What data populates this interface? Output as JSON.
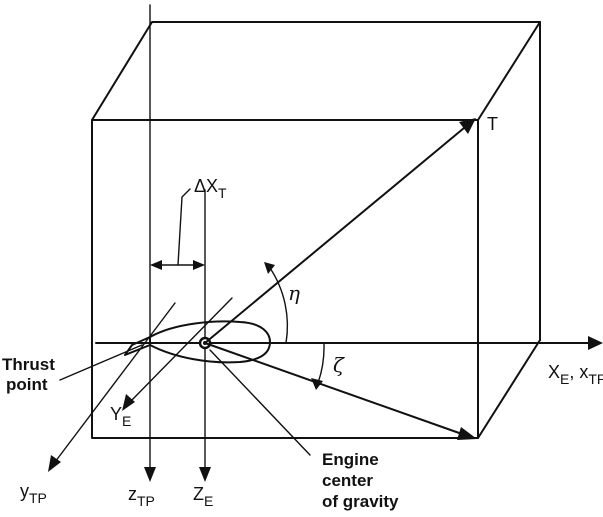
{
  "labels": {
    "thrust_vector_end": "T",
    "delta_x": {
      "main": "ΔX",
      "sub": "T"
    },
    "eta": "η",
    "zeta": "ζ",
    "x_axis": {
      "main": "X",
      "sub": "E",
      "sep": ", x",
      "sub2": "TP"
    },
    "thrust_point_line1": "Thrust",
    "thrust_point_line2": "point",
    "y_e": {
      "main": "Y",
      "sub": "E"
    },
    "y_tp": {
      "main": "y",
      "sub": "TP"
    },
    "z_tp": {
      "main": "z",
      "sub": "TP"
    },
    "z_e": {
      "main": "Z",
      "sub": "E"
    },
    "engine_cg_line1": "Engine",
    "engine_cg_line2": "center",
    "engine_cg_line3": "of gravity"
  }
}
